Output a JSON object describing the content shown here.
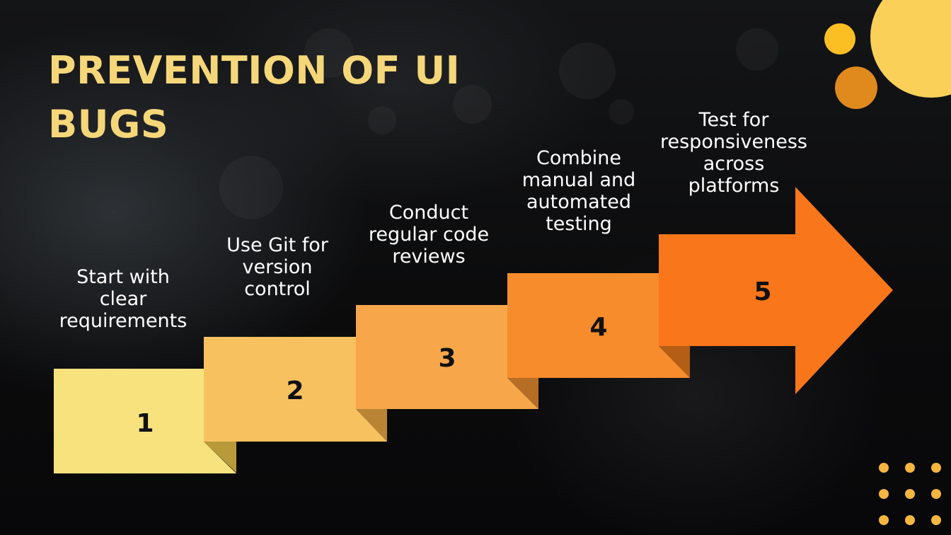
{
  "slide": {
    "title": "PREVENTION OF UI BUGS"
  },
  "steps": [
    {
      "number": "1",
      "label": "Start with\nclear\nrequirements",
      "color": "#f7e27e"
    },
    {
      "number": "2",
      "label": "Use Git for\nversion\ncontrol",
      "color": "#f8c160"
    },
    {
      "number": "3",
      "label": "Conduct\nregular code\nreviews",
      "color": "#f7a74a"
    },
    {
      "number": "4",
      "label": "Combine\nmanual and\nautomated\ntesting",
      "color": "#f78c2c"
    },
    {
      "number": "5",
      "label": "Test for\nresponsiveness\nacross\nplatforms",
      "color": "#f9761a"
    }
  ],
  "colors": {
    "title": "#f5d77a",
    "background": "#0c0c0d",
    "accent_circle_large": "#fbd058",
    "accent_circle_small": "#fbbf24",
    "accent_circle_mid": "#e08a1e",
    "dot_grid": "#f4b63f"
  }
}
